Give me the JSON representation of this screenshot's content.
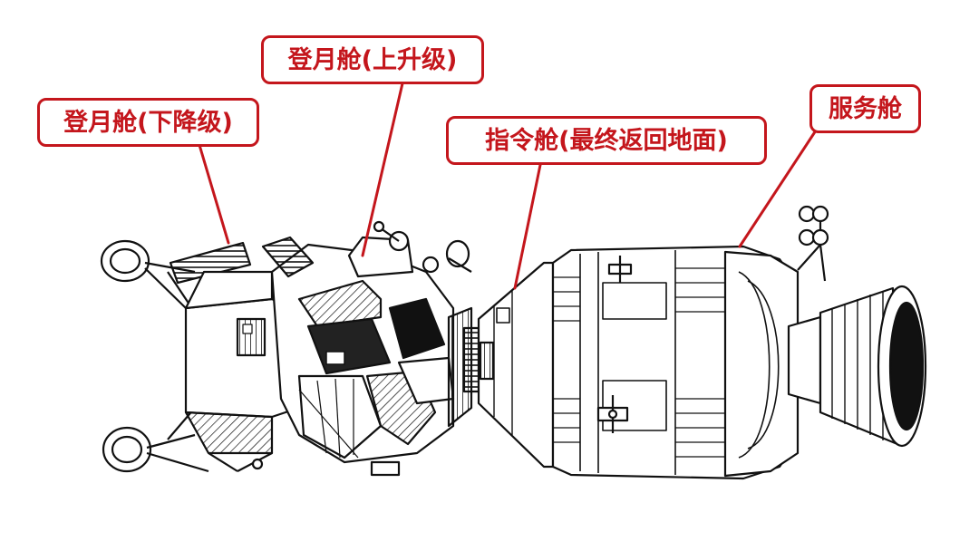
{
  "labels": {
    "ascent_stage": "登月舱(上升级)",
    "descent_stage": "登月舱(下降级)",
    "command_module": "指令舱(最终返回地面)",
    "service_module": "服务舱"
  },
  "colors": {
    "label_red": "#c4161c",
    "ink": "#111111",
    "background": "#ffffff"
  }
}
